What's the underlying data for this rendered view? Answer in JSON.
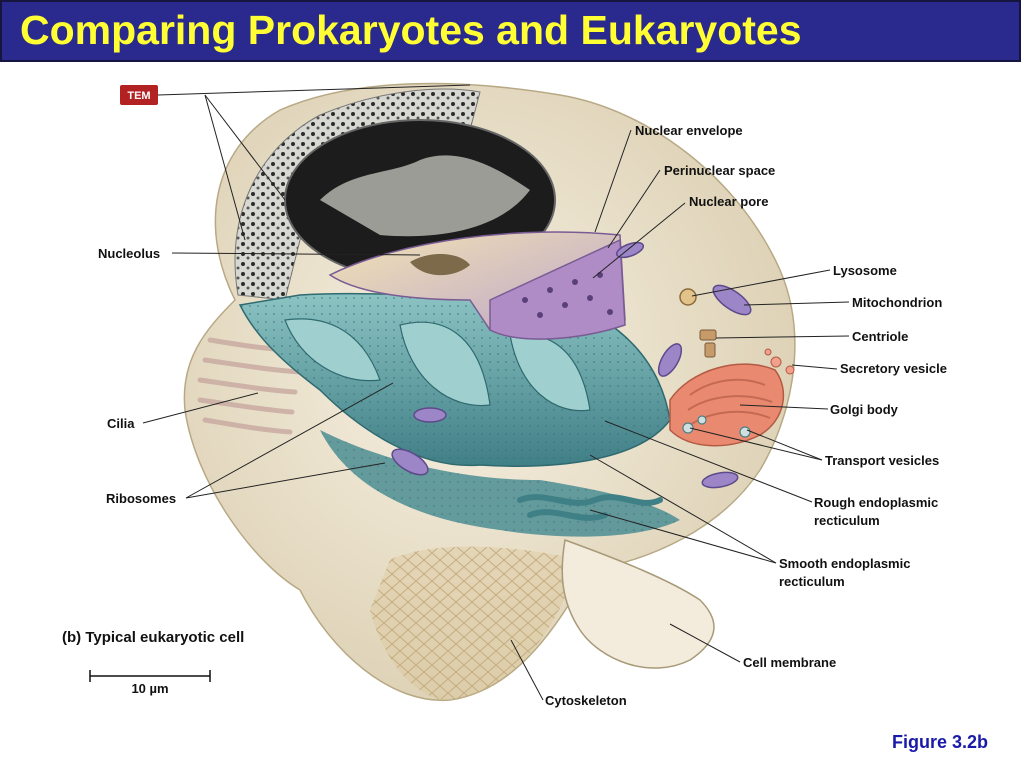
{
  "title": "Comparing Prokaryotes and Eukaryotes",
  "figure_ref": "Figure 3.2b",
  "badge": "TEM",
  "caption": "(b)  Typical eukaryotic cell",
  "scale_label": "10 µm",
  "labels": {
    "nuclear_envelope": "Nuclear envelope",
    "perinuclear_space": "Perinuclear space",
    "nuclear_pore": "Nuclear pore",
    "nucleolus": "Nucleolus",
    "lysosome": "Lysosome",
    "mitochondrion": "Mitochondrion",
    "centriole": "Centriole",
    "secretory_vesicle": "Secretory vesicle",
    "golgi_body": "Golgi body",
    "cilia": "Cilia",
    "transport_vesicles": "Transport vesicles",
    "ribosomes": "Ribosomes",
    "rough_er_line1": "Rough endoplasmic",
    "rough_er_line2": "recticulum",
    "smooth_er_line1": "Smooth endoplasmic",
    "smooth_er_line2": "recticulum",
    "cell_membrane": "Cell membrane",
    "cytoskeleton": "Cytoskeleton"
  },
  "colors": {
    "title_bg": "#2a2a8e",
    "title_text": "#ffff33",
    "figure_ref": "#1a1aa8",
    "badge_bg": "#b22222",
    "cell_body": "#efe6d0",
    "er_teal": "#5e9ea0",
    "nucleus_purple": "#b08cc6",
    "golgi_salmon": "#e98a70"
  }
}
